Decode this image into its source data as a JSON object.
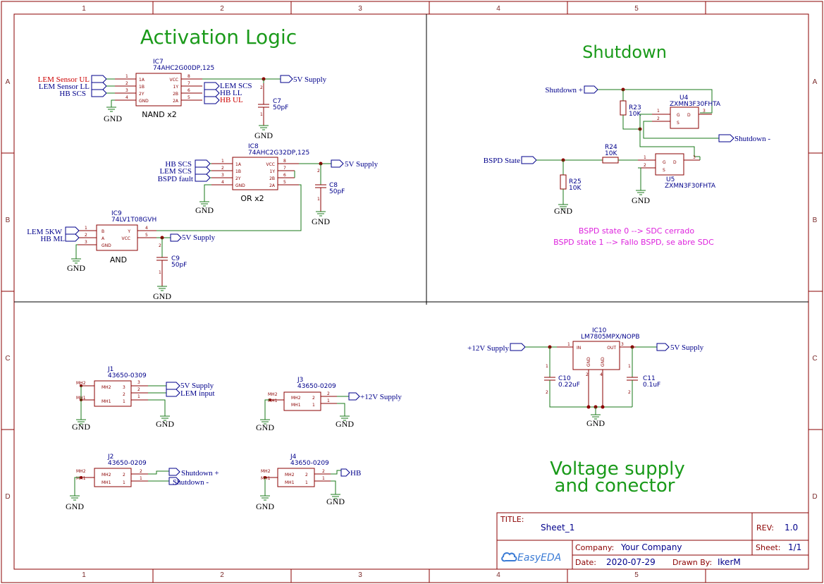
{
  "sections": {
    "activation": "Activation Logic",
    "shutdown": "Shutdown",
    "voltage_line1": "Voltage supply",
    "voltage_line2": "and conector"
  },
  "zones": {
    "cols": [
      "1",
      "2",
      "3",
      "4",
      "5"
    ],
    "rows": [
      "A",
      "B",
      "C",
      "D"
    ]
  },
  "gnd": "GND",
  "ic7": {
    "ref": "IC7",
    "part": "74AHC2G00DP,125",
    "caption": "NAND x2",
    "pins_left": [
      "1A",
      "1B",
      "2Y",
      "GND"
    ],
    "nums_left": [
      "1",
      "2",
      "3",
      "4"
    ],
    "pins_right": [
      "VCC",
      "1Y",
      "2B",
      "2A"
    ],
    "nums_right": [
      "8",
      "7",
      "6",
      "5"
    ],
    "in1": "LEM Sensor UL",
    "in2": "LEM Sensor LL",
    "in3": "HB SCS",
    "out1": "LEM SCS",
    "out2": "HB LL",
    "out3": "HB UL",
    "supply": "5V Supply"
  },
  "c7": {
    "ref": "C7",
    "val": "50pF",
    "n1": "2",
    "n2": "1"
  },
  "ic8": {
    "ref": "IC8",
    "part": "74AHC2G32DP,125",
    "caption": "OR x2",
    "pins_left": [
      "1A",
      "1B",
      "2Y",
      "GND"
    ],
    "nums_left": [
      "1",
      "2",
      "3",
      "4"
    ],
    "pins_right": [
      "VCC",
      "1Y",
      "2B",
      "2A"
    ],
    "nums_right": [
      "8",
      "7",
      "6",
      "5"
    ],
    "in1": "HB SCS",
    "in2": "LEM SCS",
    "in3": "BSPD fault",
    "supply": "5V Supply"
  },
  "c8": {
    "ref": "C8",
    "val": "50pF",
    "n1": "2",
    "n2": "1"
  },
  "ic9": {
    "ref": "IC9",
    "part": "74LV1T08GVH",
    "caption": "AND",
    "pins_left": [
      "B",
      "A",
      "GND"
    ],
    "nums_left": [
      "1",
      "2",
      "3"
    ],
    "pins_right": [
      "Y",
      "VCC"
    ],
    "nums_right": [
      "4",
      "5"
    ],
    "in1": "LEM 5KW",
    "in2": "HB ML",
    "supply": "5V Supply"
  },
  "c9": {
    "ref": "C9",
    "val": "50pF",
    "n1": "2",
    "n2": "1"
  },
  "shutdown": {
    "shut_plus": "Shutdown +",
    "shut_minus": "Shutdown -",
    "bspd_state": "BSPD State",
    "r23": {
      "ref": "R23",
      "val": "10K"
    },
    "r24": {
      "ref": "R24",
      "val": "10K"
    },
    "r25": {
      "ref": "R25",
      "val": "10K"
    },
    "u4": {
      "ref": "U4",
      "part": "ZXMN3F30FHTA"
    },
    "u5": {
      "ref": "U5",
      "part": "ZXMN3F30FHTA"
    },
    "mos_pins": [
      "G",
      "S",
      "D"
    ],
    "mos_nums": [
      "1",
      "2",
      "3"
    ],
    "note1": "BSPD state 0 --> SDC cerrado",
    "note2": "BSPD state 1 --> Fallo BSPD, se abre SDC"
  },
  "ic10": {
    "ref": "IC10",
    "part": "LM7805MPX/NOPB",
    "in": "IN",
    "out": "OUT",
    "gnd": "GND",
    "n_in": "1",
    "n_out": "3",
    "n_g1": "2",
    "n_g2": "4",
    "supply_in": "+12V Supply",
    "supply_out": "5V Supply"
  },
  "c10": {
    "ref": "C10",
    "val": "0.22uF",
    "n1": "1",
    "n2": "2"
  },
  "c11": {
    "ref": "C11",
    "val": "0.1uF",
    "n1": "1",
    "n2": "2"
  },
  "j1": {
    "ref": "J1",
    "part": "43650-0309",
    "mh2": "MH2",
    "mh1": "MH1",
    "pins": [
      "3",
      "2",
      "1"
    ],
    "lbl1": "5V Supply",
    "lbl2": "LEM input"
  },
  "j2": {
    "ref": "J2",
    "part": "43650-0209",
    "mh2": "MH2",
    "mh1": "MH1",
    "pins": [
      "2",
      "1"
    ],
    "lbl1": "Shutdown +",
    "lbl2": "Shutdown -"
  },
  "j3": {
    "ref": "J3",
    "part": "43650-0209",
    "mh2": "MH2",
    "mh1": "MH1",
    "pins": [
      "2",
      "1"
    ],
    "lbl1": "+12V Supply"
  },
  "j4": {
    "ref": "J4",
    "part": "43650-0209",
    "mh2": "MH2",
    "mh1": "MH1",
    "pins": [
      "2",
      "1"
    ],
    "lbl1": "HB"
  },
  "titleblock": {
    "title_label": "TITLE:",
    "title": "Sheet_1",
    "rev_label": "REV:",
    "rev": "1.0",
    "company_label": "Company:",
    "company": "Your Company",
    "sheet_label": "Sheet:",
    "sheet": "1/1",
    "date_label": "Date:",
    "date": "2020-07-29",
    "drawn_label": "Drawn By:",
    "drawn": "IkerM",
    "logo": "EasyEDA"
  }
}
